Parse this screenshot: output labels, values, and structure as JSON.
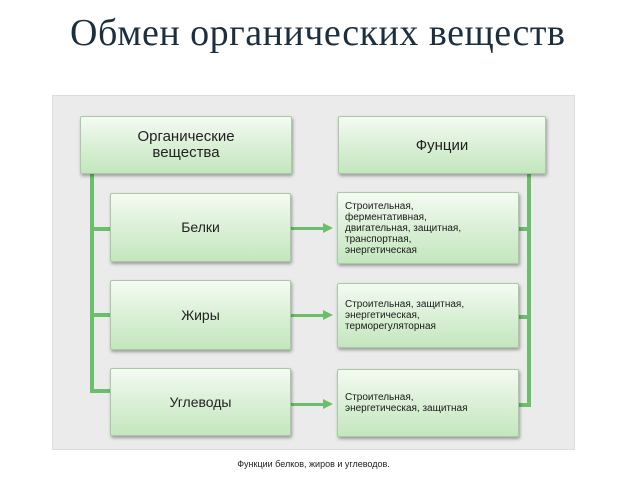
{
  "slide": {
    "title": "Обмен органических веществ"
  },
  "diagram": {
    "organics_header": "Органические\nвещества",
    "functions_header": "Фунции",
    "proteins": "Белки",
    "fats": "Жиры",
    "carbs": "Углеводы",
    "proteins_functions": "Строительная,\nферментативная,\nдвигательная, защитная,\nтранспортная,\nэнергетическая",
    "fats_functions": "Строительная, защитная,\nэнергетическая,\nтерморегуляторная",
    "carbs_functions": "Строительная,\nэнергетическая, защитная",
    "caption": "Функции белков, жиров и углеводов."
  },
  "colors": {
    "connector": "#6bbf6b",
    "box_fill_top": "#f4fbf2",
    "box_fill_bottom": "#c4e6be",
    "title": "#1c2f3e"
  }
}
